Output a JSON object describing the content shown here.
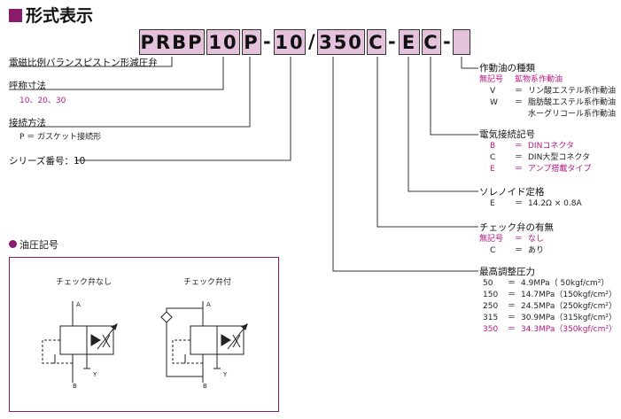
{
  "title": "形式表示",
  "code": {
    "segments": [
      "PRBP",
      "10",
      "P",
      "10",
      "350",
      "C",
      "E",
      "C",
      ""
    ],
    "separators": [
      "-",
      "/",
      "-",
      "-"
    ]
  },
  "left_items": {
    "product_name": "電磁比例バランスピストン形減圧弁",
    "size_label": "呼称寸法",
    "size_values": "10、20、30",
    "connection_label": "接続方法",
    "connection_value": "P ＝ ガスケット接続形",
    "series_label": "シリーズ番号：10"
  },
  "right_items": {
    "fluid": {
      "label": "作動油の種類",
      "options": [
        {
          "code": "無記号",
          "eq": "＝",
          "desc": "鉱物系作動油",
          "highlight": true
        },
        {
          "code": "V",
          "eq": "＝",
          "desc": "リン酸エステル系作動油",
          "highlight": false
        },
        {
          "code": "W",
          "eq": "＝",
          "desc": "脂肪酸エステル系作動油",
          "highlight": false
        },
        {
          "code": "",
          "eq": "",
          "desc": "水ーグリコール系作動油",
          "highlight": false
        }
      ]
    },
    "electrical": {
      "label": "電気接続記号",
      "options": [
        {
          "code": "B",
          "eq": "＝",
          "desc": "DINコネクタ",
          "highlight": true
        },
        {
          "code": "C",
          "eq": "＝",
          "desc": "DIN大型コネクタ",
          "highlight": false
        },
        {
          "code": "E",
          "eq": "＝",
          "desc": "アンプ搭載タイプ",
          "highlight": true
        }
      ]
    },
    "solenoid": {
      "label": "ソレノイド定格",
      "options": [
        {
          "code": "E",
          "eq": "＝",
          "desc": "14.2Ω × 0.8A",
          "highlight": false
        }
      ]
    },
    "check": {
      "label": "チェック弁の有無",
      "options": [
        {
          "code": "無記号",
          "eq": "＝",
          "desc": "なし",
          "highlight": true
        },
        {
          "code": "C",
          "eq": "＝",
          "desc": "あり",
          "highlight": false
        }
      ]
    },
    "pressure": {
      "label": "最高調整圧力",
      "options": [
        {
          "code": "50",
          "eq": "＝",
          "desc": "4.9MPa（ 50kgf/cm²）",
          "highlight": false
        },
        {
          "code": "150",
          "eq": "＝",
          "desc": "14.7MPa（150kgf/cm²）",
          "highlight": false
        },
        {
          "code": "250",
          "eq": "＝",
          "desc": "24.5MPa（250kgf/cm²）",
          "highlight": false
        },
        {
          "code": "315",
          "eq": "＝",
          "desc": "30.9MPa（315kgf/cm²）",
          "highlight": false
        },
        {
          "code": "350",
          "eq": "＝",
          "desc": "34.3MPa（350kgf/cm²）",
          "highlight": true
        }
      ]
    }
  },
  "hydraulic": {
    "title": "油圧記号",
    "left_caption": "チェック弁なし",
    "right_caption": "チェック弁付",
    "port_a": "A",
    "port_b": "B",
    "port_y": "Y"
  },
  "colors": {
    "accent": "#8a1a6e",
    "box_fill": "#e4c2dc",
    "highlight_text": "#b5177f"
  }
}
